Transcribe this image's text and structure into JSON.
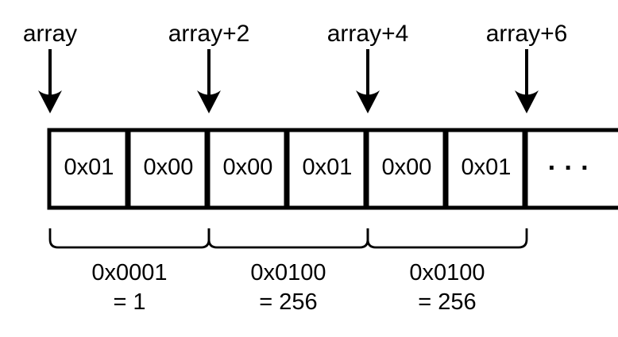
{
  "colors": {
    "background": "#ffffff",
    "ink": "#000000"
  },
  "pointers": [
    {
      "label": "array"
    },
    {
      "label": "array+2"
    },
    {
      "label": "array+4"
    },
    {
      "label": "array+6"
    }
  ],
  "memory": {
    "cells": [
      {
        "value": "0x01"
      },
      {
        "value": "0x00"
      },
      {
        "value": "0x00"
      },
      {
        "value": "0x01"
      },
      {
        "value": "0x00"
      },
      {
        "value": "0x01"
      }
    ],
    "ellipsis": "· · ·"
  },
  "groups": [
    {
      "hex": "0x0001",
      "dec": "= 1"
    },
    {
      "hex": "0x0100",
      "dec": "= 256"
    },
    {
      "hex": "0x0100",
      "dec": "= 256"
    }
  ]
}
